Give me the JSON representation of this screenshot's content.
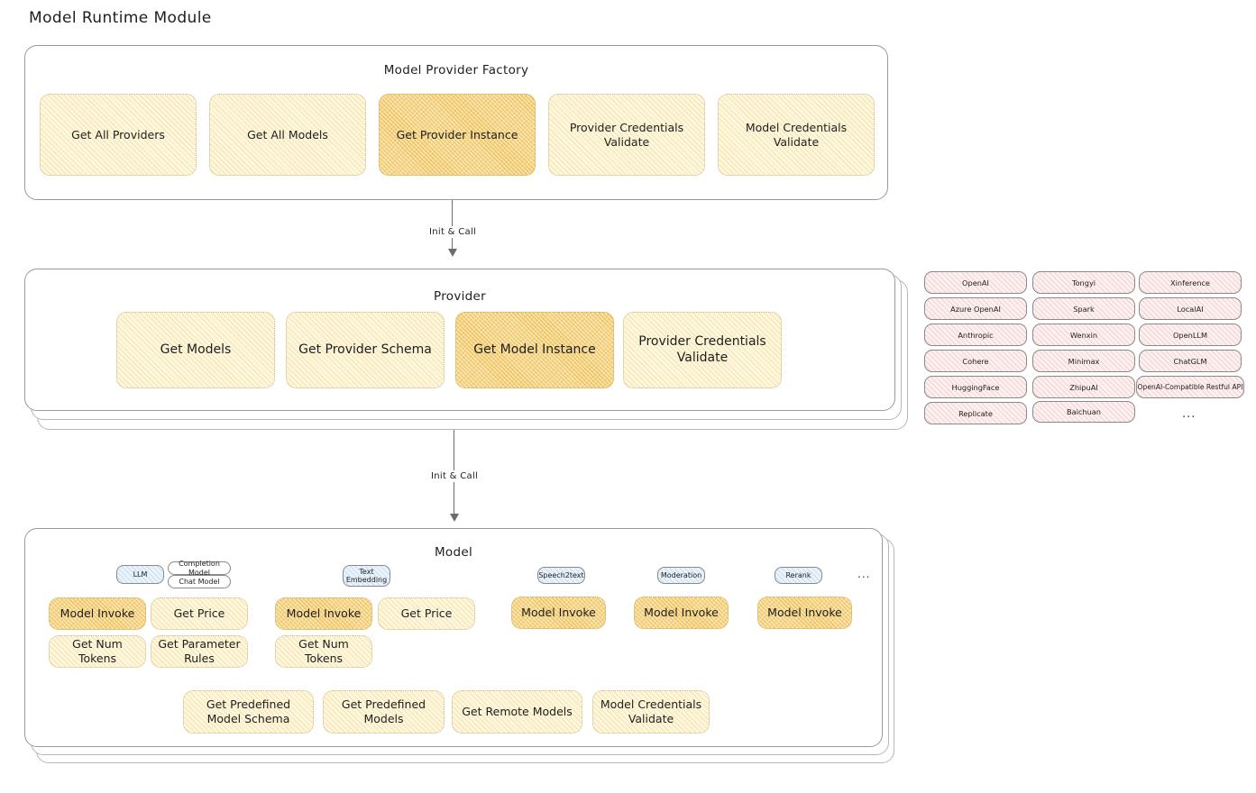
{
  "page": {
    "title": "Model Runtime Module"
  },
  "factory": {
    "title": "Model Provider Factory",
    "boxes": [
      {
        "label": "Get All Providers",
        "highlighted": false
      },
      {
        "label": "Get All Models",
        "highlighted": false
      },
      {
        "label": "Get Provider Instance",
        "highlighted": true
      },
      {
        "label": "Provider Credentials Validate",
        "highlighted": false
      },
      {
        "label": "Model Credentials Validate",
        "highlighted": false
      }
    ]
  },
  "arrows": [
    {
      "label": "Init & Call"
    },
    {
      "label": "Init & Call"
    }
  ],
  "provider": {
    "title": "Provider",
    "boxes": [
      {
        "label": "Get Models",
        "highlighted": false
      },
      {
        "label": "Get Provider Schema",
        "highlighted": false
      },
      {
        "label": "Get Model Instance",
        "highlighted": true
      },
      {
        "label": "Provider Credentials Validate",
        "highlighted": false
      }
    ]
  },
  "provider_list": {
    "column1": [
      "OpenAI",
      "Azure OpenAI",
      "Anthropic",
      "Cohere",
      "HuggingFace",
      "Replicate"
    ],
    "column2": [
      "Tongyi",
      "Spark",
      "Wenxin",
      "Minimax",
      "ZhipuAI",
      "Baichuan"
    ],
    "column3": [
      "Xinference",
      "LocalAI",
      "OpenLLM",
      "ChatGLM",
      "OpenAI-Compatible Restful API"
    ],
    "more": "..."
  },
  "model": {
    "title": "Model",
    "more": "...",
    "types": [
      {
        "badge": "LLM",
        "sub_badges": [
          "Completion Model",
          "Chat Model"
        ],
        "methods": [
          "Model Invoke",
          "Get Price",
          "Get Num Tokens",
          "Get Parameter Rules"
        ]
      },
      {
        "badge": "Text Embedding",
        "sub_badges": [],
        "methods": [
          "Model Invoke",
          "Get Price",
          "Get Num Tokens"
        ]
      },
      {
        "badge": "Speech2text",
        "sub_badges": [],
        "methods": [
          "Model Invoke"
        ]
      },
      {
        "badge": "Moderation",
        "sub_badges": [],
        "methods": [
          "Model Invoke"
        ]
      },
      {
        "badge": "Rerank",
        "sub_badges": [],
        "methods": [
          "Model Invoke"
        ]
      }
    ],
    "common_methods": [
      "Get Predefined Model Schema",
      "Get Predefined Models",
      "Get Remote Models",
      "Model Credentials Validate"
    ]
  },
  "colors": {
    "highlight_fill": "#fae5b4",
    "box_fill": "#fdf7e0",
    "provider_pill_fill": "#fdf0f0",
    "badge_fill": "#eaf3fb",
    "stroke": "#9a9a9a"
  }
}
